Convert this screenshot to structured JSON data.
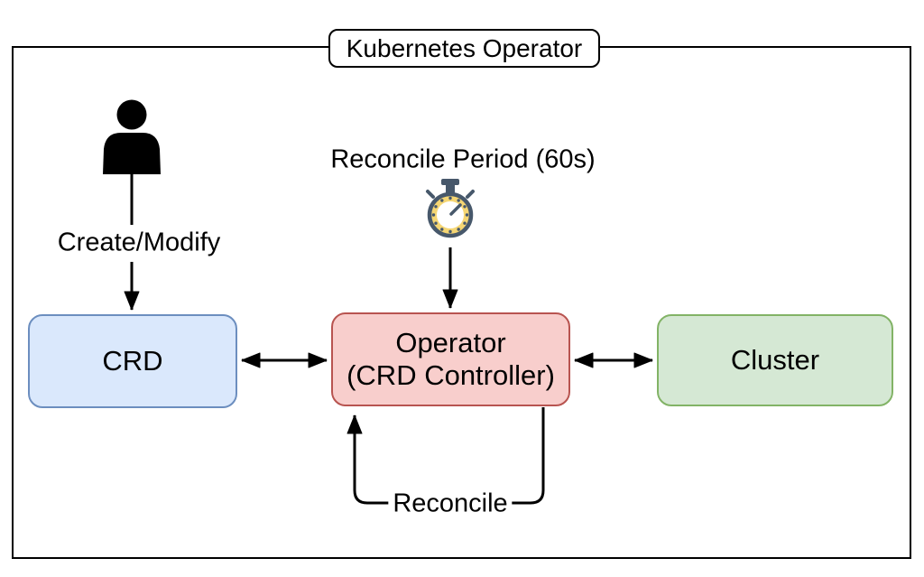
{
  "diagram": {
    "title": "Kubernetes Operator",
    "nodes": {
      "crd": {
        "label": "CRD",
        "fill": "#dae8fc",
        "border": "#6c8ebf"
      },
      "operator": {
        "label": "Operator",
        "sublabel": "(CRD Controller)",
        "fill": "#f8cecc",
        "border": "#b85450"
      },
      "cluster": {
        "label": "Cluster",
        "fill": "#d5e8d4",
        "border": "#82b366"
      }
    },
    "labels": {
      "create_modify": "Create/Modify",
      "reconcile_period": "Reconcile Period (60s)",
      "reconcile": "Reconcile"
    },
    "icons": {
      "user": "user-silhouette-icon",
      "stopwatch": "stopwatch-icon"
    },
    "stopwatch_colors": {
      "ring": "#f5d673",
      "outline": "#47586b",
      "face": "#ffffff"
    },
    "edges": [
      {
        "from": "user",
        "to": "crd",
        "label": "Create/Modify",
        "direction": "one-way"
      },
      {
        "from": "stopwatch",
        "to": "operator",
        "label": "Reconcile Period (60s)",
        "direction": "one-way"
      },
      {
        "from": "crd",
        "to": "operator",
        "label": "",
        "direction": "two-way"
      },
      {
        "from": "operator",
        "to": "cluster",
        "label": "",
        "direction": "two-way"
      },
      {
        "from": "operator",
        "to": "operator",
        "label": "Reconcile",
        "direction": "self-loop"
      }
    ],
    "line_color": "#000000",
    "frame_color": "#000000"
  }
}
